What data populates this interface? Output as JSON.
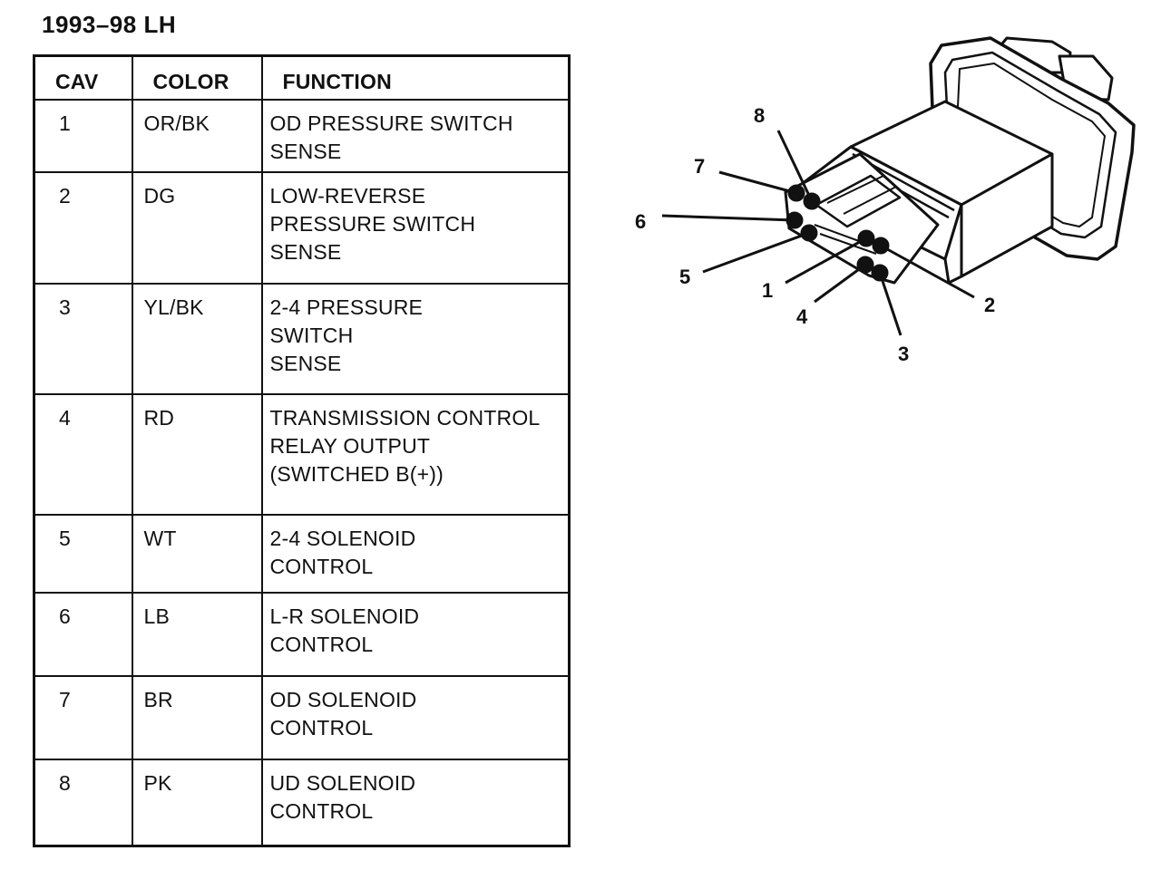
{
  "title": "1993–98 LH",
  "table": {
    "headers": [
      "CAV",
      "COLOR",
      "FUNCTION"
    ],
    "rows": [
      {
        "cav": "1",
        "color": "OR/BK",
        "function": [
          "OD PRESSURE SWITCH",
          "SENSE"
        ]
      },
      {
        "cav": "2",
        "color": "DG",
        "function": [
          "LOW-REVERSE",
          "PRESSURE SWITCH",
          "SENSE"
        ]
      },
      {
        "cav": "3",
        "color": "YL/BK",
        "function": [
          "2-4 PRESSURE",
          "SWITCH",
          "SENSE"
        ]
      },
      {
        "cav": "4",
        "color": "RD",
        "function": [
          "TRANSMISSION CONTROL",
          "RELAY OUTPUT",
          "(SWITCHED B(+))"
        ]
      },
      {
        "cav": "5",
        "color": "WT",
        "function": [
          "2-4 SOLENOID",
          "CONTROL"
        ]
      },
      {
        "cav": "6",
        "color": "LB",
        "function": [
          "L-R SOLENOID",
          "CONTROL"
        ]
      },
      {
        "cav": "7",
        "color": "BR",
        "function": [
          "OD SOLENOID",
          "CONTROL"
        ]
      },
      {
        "cav": "8",
        "color": "PK",
        "function": [
          "UD SOLENOID",
          "CONTROL"
        ]
      }
    ]
  },
  "diagram": {
    "pin_labels": [
      "1",
      "2",
      "3",
      "4",
      "5",
      "6",
      "7",
      "8"
    ]
  }
}
